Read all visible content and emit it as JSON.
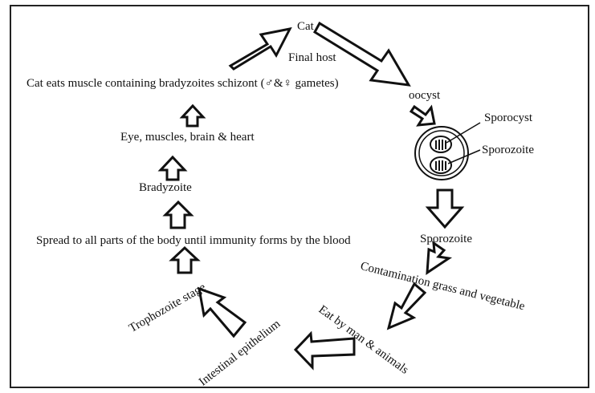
{
  "diagram": {
    "nodes": {
      "cat": "Cat",
      "final_host": "Final host",
      "oocyst": "oocyst",
      "sporocyst": "Sporocyst",
      "sporozoite_label": "Sporozoite",
      "sporozoite_stage": "Sporozoite",
      "contamination": "Contamination grass and vegetable",
      "eat": "Eat by man & animals",
      "intestinal": "Intestinal epithelium",
      "trophozoite": "Trophozoite stage",
      "spread": "Spread to all parts of the body until immunity forms by the blood",
      "bradyzoite": "Bradyzoite",
      "eye": "Eye, muscles, brain & heart",
      "cat_eats": "Cat eats muscle containing bradyzoites schizont (♂&♀ gametes)"
    }
  }
}
